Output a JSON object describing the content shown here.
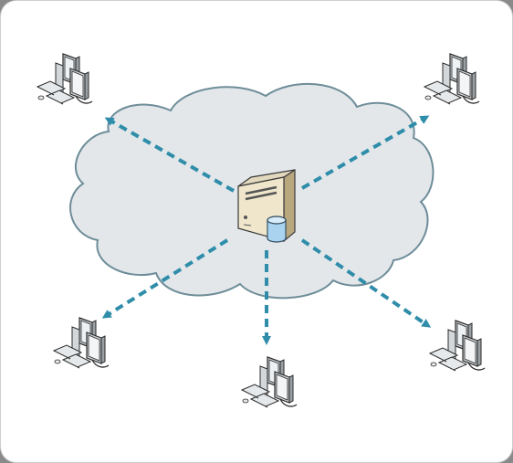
{
  "diagram": {
    "cloud": {
      "fill": "#e3e7ea",
      "stroke": "#6e8d99"
    },
    "arrow": {
      "color": "#2f8daa",
      "style": "dashed"
    },
    "hub": {
      "icon": "server-database-icon"
    },
    "nodes": [
      {
        "id": "workstation-top-left",
        "icon": "workstation-icon"
      },
      {
        "id": "workstation-top-right",
        "icon": "workstation-icon"
      },
      {
        "id": "workstation-bottom-left",
        "icon": "workstation-icon"
      },
      {
        "id": "workstation-bottom-center",
        "icon": "workstation-icon"
      },
      {
        "id": "workstation-bottom-right",
        "icon": "workstation-icon"
      }
    ],
    "edges": [
      {
        "from": "server",
        "to": "workstation-top-left"
      },
      {
        "from": "server",
        "to": "workstation-top-right"
      },
      {
        "from": "server",
        "to": "workstation-bottom-left"
      },
      {
        "from": "server",
        "to": "workstation-bottom-center"
      },
      {
        "from": "server",
        "to": "workstation-bottom-right"
      }
    ]
  }
}
